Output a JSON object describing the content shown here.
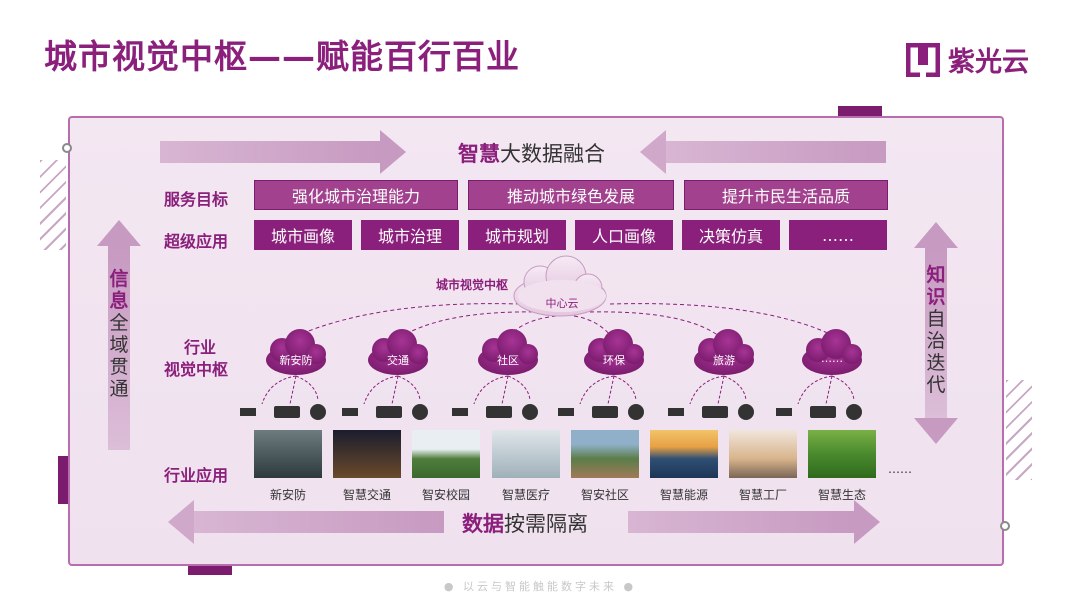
{
  "title": "城市视觉中枢——赋能百行百业",
  "logo": {
    "text": "紫光云"
  },
  "top_banner": {
    "highlight": "智慧",
    "rest": "大数据融合"
  },
  "bottom_banner": {
    "highlight": "数据",
    "rest": "按需隔离"
  },
  "left_vertical": {
    "highlight": "信息",
    "rest": "全域贯通"
  },
  "right_vertical": {
    "highlight": "知识",
    "rest": "自治迭代"
  },
  "rows": {
    "goals_label": "服务目标",
    "apps_label": "超级应用",
    "industry_hub_label_1": "行业",
    "industry_hub_label_2": "视觉中枢",
    "industry_apps_label": "行业应用"
  },
  "goals": [
    "强化城市治理能力",
    "推动城市绿色发展",
    "提升市民生活品质"
  ],
  "apps": [
    "城市画像",
    "城市治理",
    "城市规划",
    "人口画像",
    "决策仿真",
    "……"
  ],
  "center": {
    "label": "城市视觉中枢",
    "cloud": "中心云"
  },
  "hub_clouds": [
    "新安防",
    "交通",
    "社区",
    "环保",
    "旅游",
    "……"
  ],
  "industries": [
    "新安防",
    "智慧交通",
    "智安校园",
    "智慧医疗",
    "智安社区",
    "智慧能源",
    "智慧工厂",
    "智慧生态"
  ],
  "industries_more": "……",
  "footer": "● 以云与智能触能数字未来 ●",
  "colors": {
    "brand": "#8b1f7c",
    "goal_bg": "#a2428f",
    "panel_bg": "#f3e7f2"
  }
}
